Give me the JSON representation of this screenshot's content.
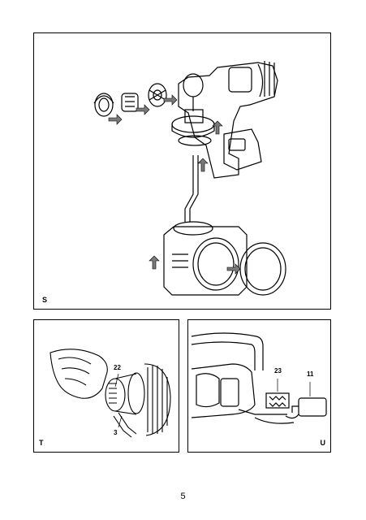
{
  "panels": {
    "s": {
      "letter": "S"
    },
    "t": {
      "letter": "T",
      "callouts": {
        "a": "22",
        "b": "3"
      }
    },
    "u": {
      "letter": "U",
      "callouts": {
        "a": "23",
        "b": "11"
      }
    }
  },
  "page_number": "5"
}
